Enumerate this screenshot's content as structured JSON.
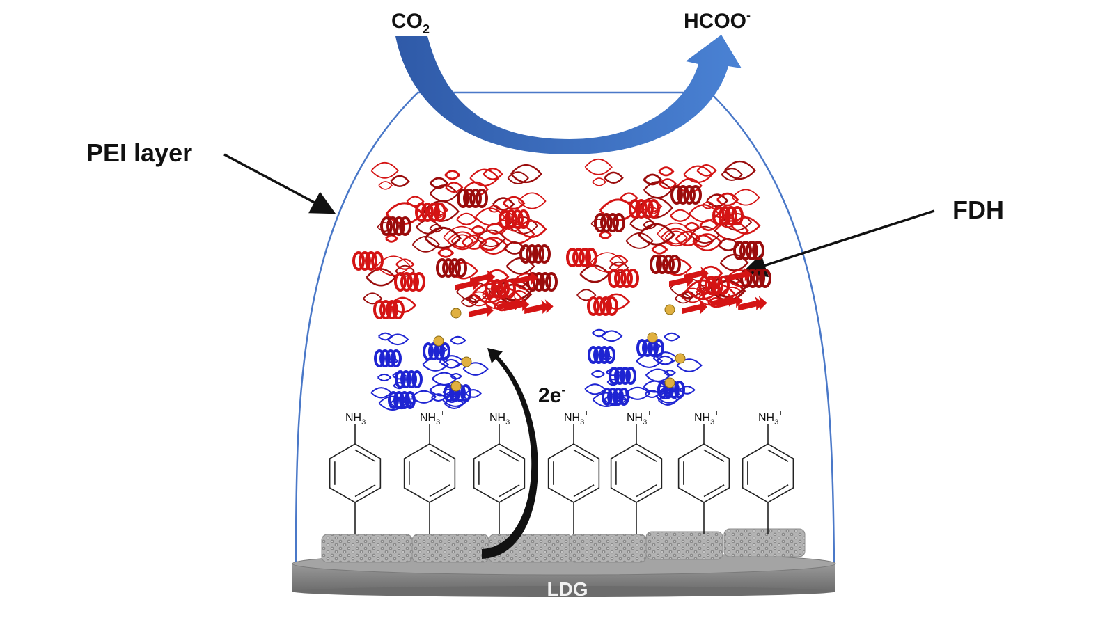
{
  "labels": {
    "co2_main": "CO",
    "co2_sub": "2",
    "formate_main": "HCOO",
    "formate_sup": "-",
    "pei_layer": "PEI layer",
    "fdh": "FDH",
    "electrons_main": "2e",
    "electrons_sup": "-",
    "electrode": "LDG",
    "amine_main": "NH",
    "amine_sub": "3",
    "amine_sup": "+"
  },
  "colors": {
    "arc_blue": "#3d6fc4",
    "pei_outline": "#4a78c8",
    "enzyme_red": "#d41414",
    "enzyme_dark_red": "#9a0c0c",
    "enzyme_blue": "#1e24d2",
    "electrode_gray": "#8e8e8e",
    "graphene_gray": "#a9a9a9"
  },
  "linker_count": 7
}
